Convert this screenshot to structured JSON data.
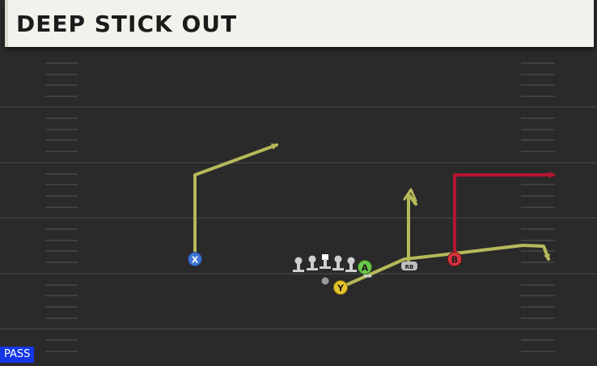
{
  "play": {
    "title": "DEEP STICK OUT",
    "type_label": "PASS"
  },
  "receivers": [
    {
      "key": "X",
      "label": "X",
      "color": "#3d74d6",
      "route_color": "#b6b95a"
    },
    {
      "key": "Y",
      "label": "Y",
      "color": "#e6c42c",
      "route_color": "#b6b95a"
    },
    {
      "key": "A",
      "label": "A",
      "color": "#6cc64a",
      "route_color": "#b6b95a"
    },
    {
      "key": "B",
      "label": "B",
      "color": "#d8343f",
      "route_color": "#b5152f"
    }
  ],
  "backs": [
    {
      "key": "RB",
      "label": "RB"
    }
  ],
  "colors": {
    "field": "#2a2a2a",
    "yard_line": "#3b3b3b",
    "hash": "#4a4a4a",
    "route_primary": "#b6b95a",
    "route_read": "#b5152f",
    "lineman": "#cfcfcf"
  }
}
